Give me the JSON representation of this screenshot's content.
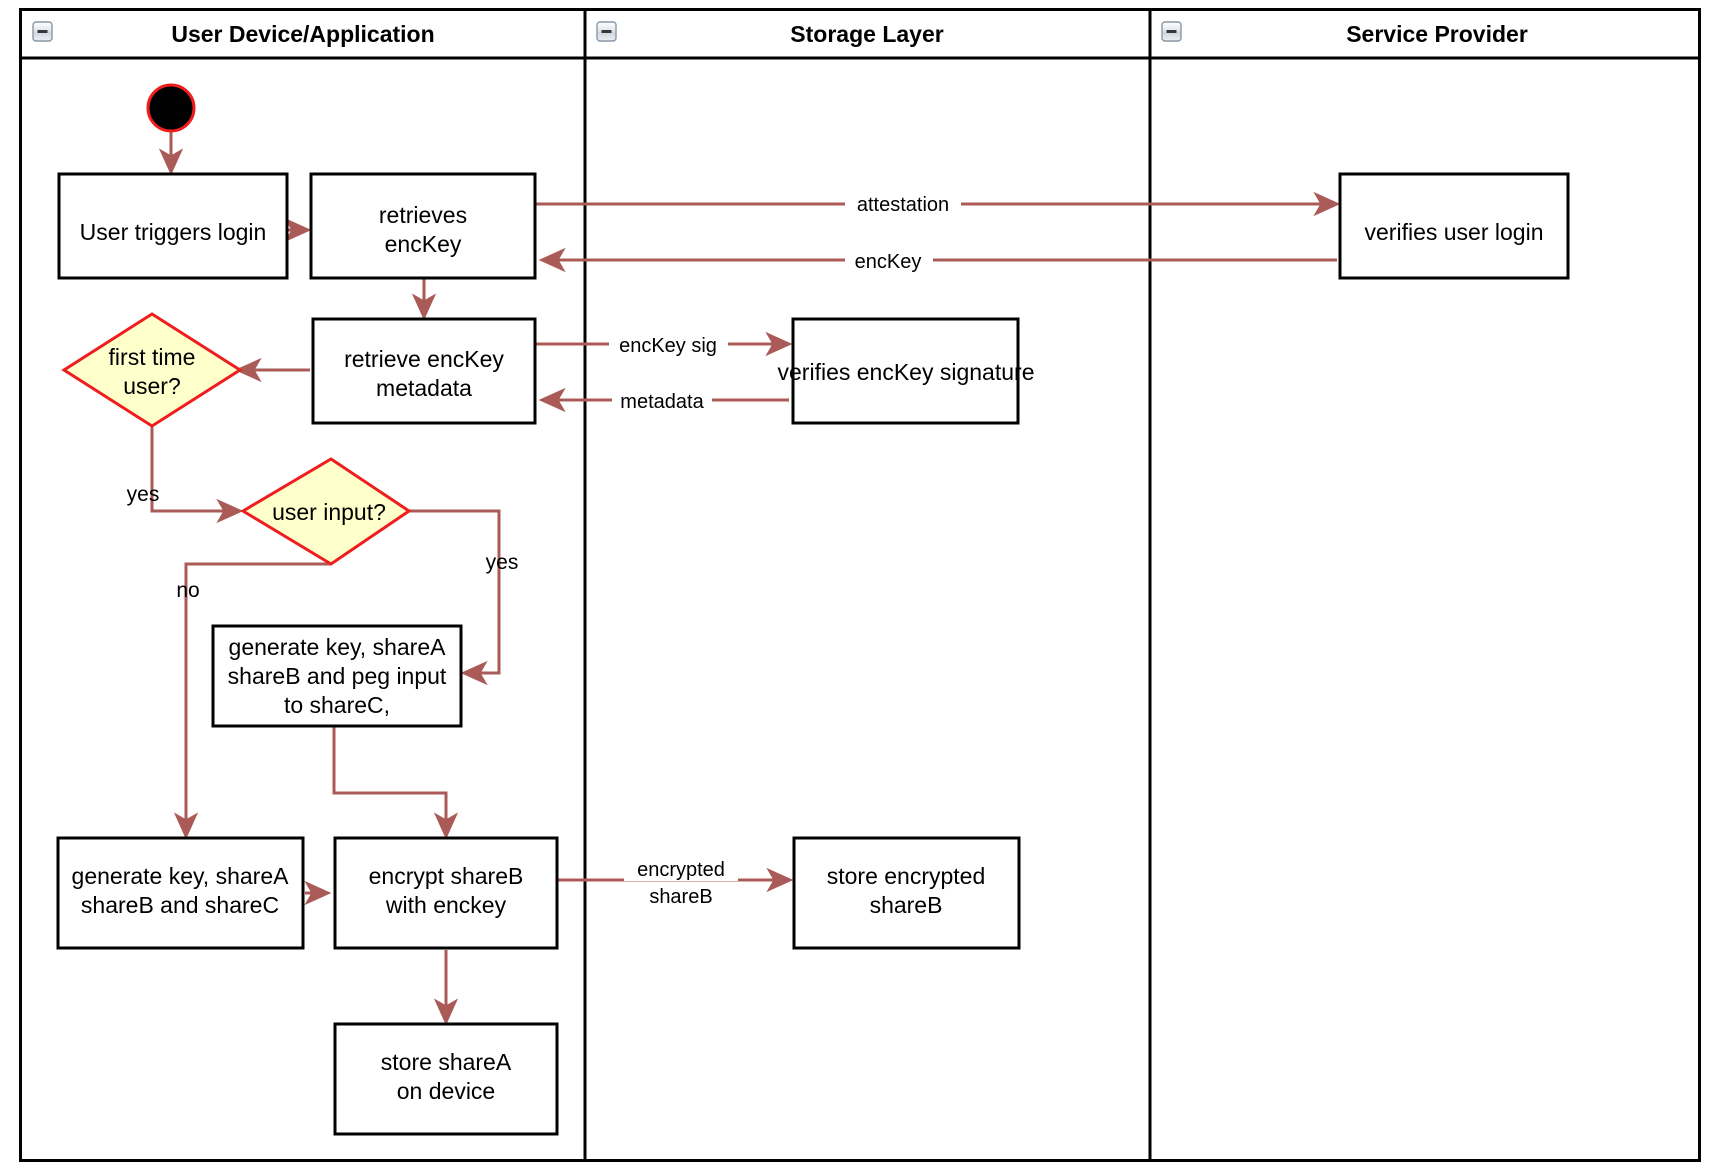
{
  "diagram": {
    "title": "Login / key-share provisioning activity diagram",
    "type": "uml-activity-swimlane",
    "colors": {
      "flow_arrow": "#ab5b57",
      "decision_fill": "#ffffcc",
      "decision_border": "#ef1d1d",
      "node_border": "#000000",
      "node_fill": "#ffffff",
      "start_node_fill": "#000000",
      "start_node_border": "#ef1d1d",
      "background": "#ffffff"
    }
  },
  "lanes": [
    {
      "id": "user",
      "title": "User Device/Application",
      "collapse_icon": "minus-icon"
    },
    {
      "id": "storage",
      "title": "Storage Layer",
      "collapse_icon": "minus-icon"
    },
    {
      "id": "provider",
      "title": "Service Provider",
      "collapse_icon": "minus-icon"
    }
  ],
  "nodes": {
    "start": {
      "kind": "initial-node",
      "label": ""
    },
    "user_triggers_login": {
      "kind": "action",
      "lines": [
        "User triggers login"
      ]
    },
    "retrieves_enckey": {
      "kind": "action",
      "lines": [
        "retrieves",
        "encKey"
      ]
    },
    "verifies_user_login": {
      "kind": "action",
      "lines": [
        "verifies user login"
      ]
    },
    "retrieve_enckey_metadata": {
      "kind": "action",
      "lines": [
        "retrieve encKey",
        "metadata"
      ]
    },
    "verifies_enckey_signature": {
      "kind": "action",
      "lines": [
        "verifies encKey signature"
      ]
    },
    "first_time_user": {
      "kind": "decision",
      "lines": [
        "first time",
        "user?"
      ]
    },
    "user_input": {
      "kind": "decision",
      "lines": [
        "user input?"
      ]
    },
    "generate_peg": {
      "kind": "action",
      "lines": [
        "generate key, shareA",
        "shareB and peg input",
        "to shareC,"
      ]
    },
    "generate_shares": {
      "kind": "action",
      "lines": [
        "generate key, shareA",
        "shareB and shareC"
      ]
    },
    "encrypt_shareb": {
      "kind": "action",
      "lines": [
        "encrypt shareB",
        "with enckey"
      ]
    },
    "store_encrypted_shareb": {
      "kind": "action",
      "lines": [
        "store encrypted",
        "shareB"
      ]
    },
    "store_sharea": {
      "kind": "action",
      "lines": [
        "store shareA",
        "on device"
      ]
    }
  },
  "edges": [
    {
      "id": "e-start-login",
      "from": "start",
      "to": "user_triggers_login",
      "label": ""
    },
    {
      "id": "e-login-retrieves",
      "from": "user_triggers_login",
      "to": "retrieves_enckey",
      "label": ""
    },
    {
      "id": "e-attestation",
      "from": "retrieves_enckey",
      "to": "verifies_user_login",
      "label": "attestation"
    },
    {
      "id": "e-enckey-back",
      "from": "verifies_user_login",
      "to": "retrieves_enckey",
      "label": "encKey"
    },
    {
      "id": "e-retrieves-metadata",
      "from": "retrieves_enckey",
      "to": "retrieve_enckey_metadata",
      "label": ""
    },
    {
      "id": "e-enckey-sig",
      "from": "retrieve_enckey_metadata",
      "to": "verifies_enckey_signature",
      "label": "encKey sig"
    },
    {
      "id": "e-metadata-back",
      "from": "verifies_enckey_signature",
      "to": "retrieve_enckey_metadata",
      "label": "metadata"
    },
    {
      "id": "e-metadata-firsttime",
      "from": "retrieve_enckey_metadata",
      "to": "first_time_user",
      "label": ""
    },
    {
      "id": "e-firsttime-yes",
      "from": "first_time_user",
      "to": "user_input",
      "label": "yes"
    },
    {
      "id": "e-userinput-yes",
      "from": "user_input",
      "to": "generate_peg",
      "label": "yes"
    },
    {
      "id": "e-userinput-no",
      "from": "user_input",
      "to": "generate_shares",
      "label": "no"
    },
    {
      "id": "e-peg-encrypt",
      "from": "generate_peg",
      "to": "encrypt_shareb",
      "label": ""
    },
    {
      "id": "e-shares-encrypt",
      "from": "generate_shares",
      "to": "encrypt_shareb",
      "label": ""
    },
    {
      "id": "e-encrypted-shareb",
      "from": "encrypt_shareb",
      "to": "store_encrypted_shareb",
      "label": "encrypted shareB",
      "label_lines": [
        "encrypted",
        "shareB"
      ]
    },
    {
      "id": "e-encrypt-storea",
      "from": "encrypt_shareb",
      "to": "store_sharea",
      "label": ""
    }
  ]
}
